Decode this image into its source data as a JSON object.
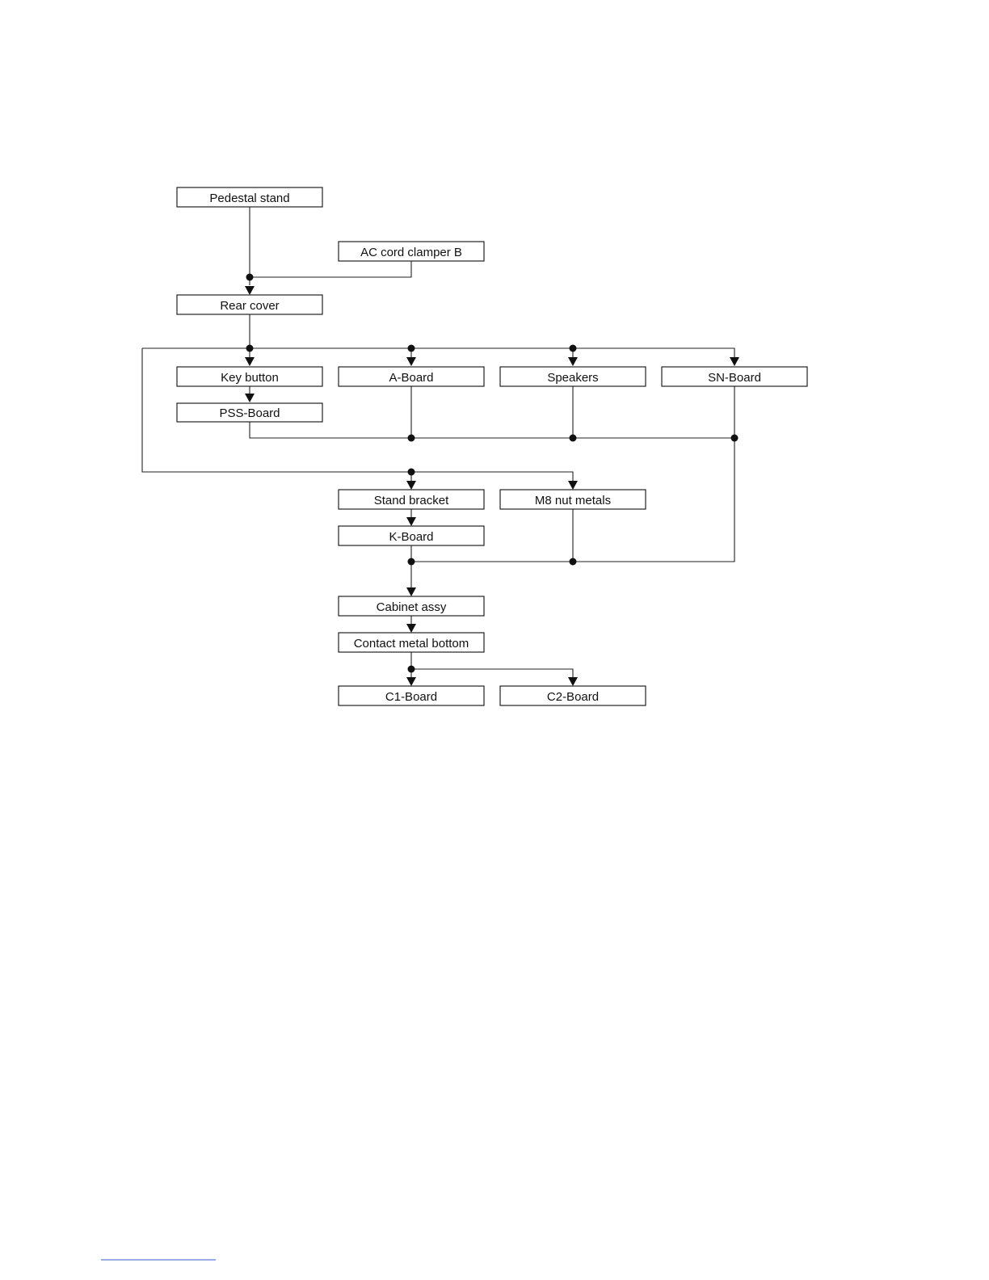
{
  "diagram": {
    "boxes": {
      "pedestal_stand": "Pedestal stand",
      "ac_cord_clamper_b": "AC cord clamper B",
      "rear_cover": "Rear cover",
      "key_button": "Key button",
      "a_board": "A-Board",
      "speakers": "Speakers",
      "sn_board": "SN-Board",
      "pss_board": "PSS-Board",
      "stand_bracket": "Stand bracket",
      "m8_nut_metals": "M8 nut metals",
      "k_board": "K-Board",
      "cabinet_assy": "Cabinet assy",
      "contact_metal_bottom": "Contact metal bottom",
      "c1_board": "C1-Board",
      "c2_board": "C2-Board"
    }
  }
}
